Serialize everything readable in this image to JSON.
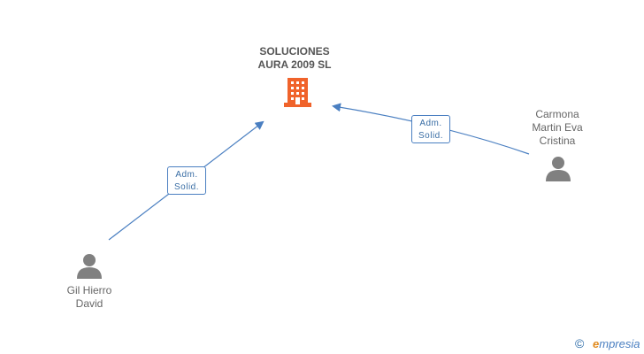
{
  "company": {
    "name_line1": "SOLUCIONES",
    "name_line2": "AURA 2009 SL",
    "icon": "building-icon",
    "icon_color": "#f0632b"
  },
  "persons": [
    {
      "name_line1": "Gil Hierro",
      "name_line2": "David",
      "icon": "person-icon"
    },
    {
      "name_line1": "Carmona",
      "name_line2": "Martin Eva",
      "name_line3": "Cristina",
      "icon": "person-icon"
    }
  ],
  "relations": [
    {
      "from": "Gil Hierro David",
      "to": "SOLUCIONES AURA 2009 SL",
      "label_line1": "Adm.",
      "label_line2": "Solid."
    },
    {
      "from": "Carmona Martin Eva Cristina",
      "to": "SOLUCIONES AURA 2009 SL",
      "label_line1": "Adm.",
      "label_line2": "Solid."
    }
  ],
  "footer": {
    "copyright_symbol": "©",
    "brand_initial": "e",
    "brand_rest": "mpresia"
  },
  "colors": {
    "edge": "#4a7fc1",
    "person": "#808080",
    "label_text": "#555555"
  }
}
